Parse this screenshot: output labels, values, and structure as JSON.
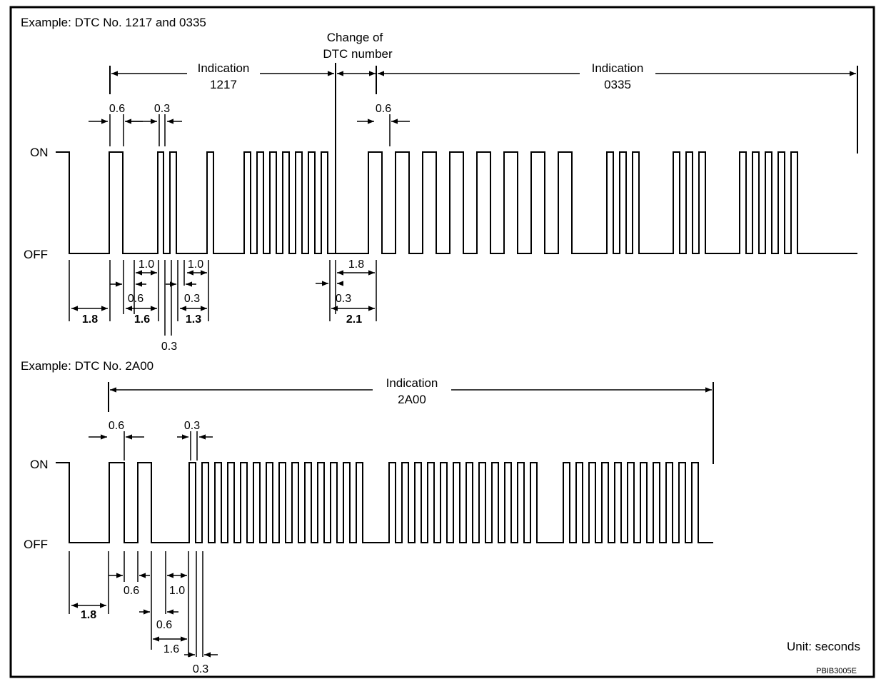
{
  "diagrams": [
    {
      "example_title": "Example: DTC No. 1217 and 0335",
      "on_label": "ON",
      "off_label": "OFF",
      "indication_a": {
        "word": "Indication",
        "code": "1217"
      },
      "change_label": [
        "Change of",
        "DTC number"
      ],
      "indication_b": {
        "word": "Indication",
        "code": "0335"
      },
      "top_dims": [
        "0.6",
        "0.3",
        "0.6"
      ],
      "bottom_dims": [
        "1.8",
        "1.0",
        "0.6",
        "1.6",
        "1.0",
        "0.3",
        "1.3",
        "0.3",
        "1.8",
        "0.3",
        "2.1"
      ]
    },
    {
      "example_title": "Example: DTC No. 2A00",
      "on_label": "ON",
      "off_label": "OFF",
      "indication": {
        "word": "Indication",
        "code": "2A00"
      },
      "top_dims": [
        "0.6",
        "0.3"
      ],
      "bottom_dims": [
        "0.6",
        "1.0",
        "1.8",
        "0.6",
        "1.6",
        "0.3"
      ]
    }
  ],
  "unit_label": "Unit: seconds",
  "figure_id": "PBIB3005E"
}
